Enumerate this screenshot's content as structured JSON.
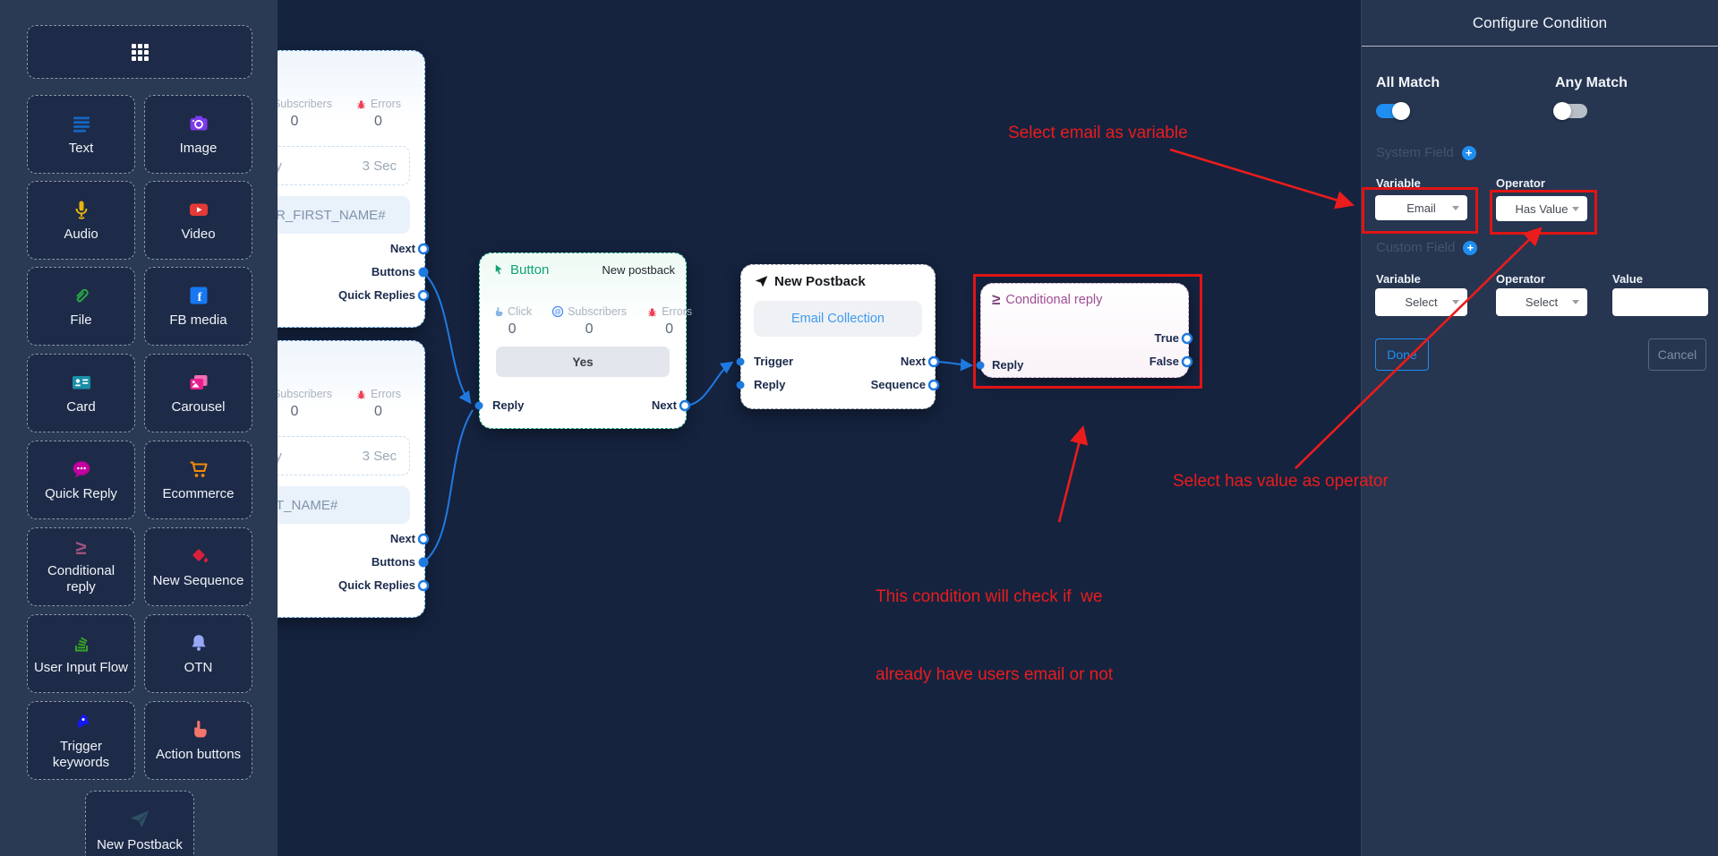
{
  "colors": {
    "canvas_bg": "#15233f",
    "sidebar_bg": "#2a3954",
    "panel_bg": "#263550",
    "card_bg": "#1d2b48",
    "accent_blue": "#1f7ae0",
    "toggle_on": "#1f8ef1",
    "annotation_red": "#ea1c1c",
    "highlight_red": "#e01414",
    "button_node_green": "#10a377",
    "conditional_purple": "#9c4d93"
  },
  "sidebar": {
    "apps_button": {
      "icon": "grid-icon"
    },
    "items": [
      {
        "label": "Text",
        "icon": "text-lines-icon",
        "color": "#1565c0"
      },
      {
        "label": "Image",
        "icon": "camera-icon",
        "color": "#7c3aed"
      },
      {
        "label": "Audio",
        "icon": "microphone-icon",
        "color": "#e8b50c"
      },
      {
        "label": "Video",
        "icon": "video-play-icon",
        "color": "#e53935"
      },
      {
        "label": "File",
        "icon": "paperclip-icon",
        "color": "#27a444"
      },
      {
        "label": "FB media",
        "icon": "facebook-icon",
        "color": "#1877f2"
      },
      {
        "label": "Card",
        "icon": "id-card-icon",
        "color": "#1a8fa8"
      },
      {
        "label": "Carousel",
        "icon": "images-icon",
        "color": "#e91e8c"
      },
      {
        "label": "Quick Reply",
        "icon": "chat-bubble-icon",
        "color": "#c2009e"
      },
      {
        "label": "Ecommerce",
        "icon": "shopping-cart-icon",
        "color": "#f08a0c"
      },
      {
        "label": "Conditional reply",
        "icon": "greater-equal-icon",
        "color": "#a0527f"
      },
      {
        "label": "New Sequence",
        "icon": "paint-bucket-icon",
        "color": "#d9203b"
      },
      {
        "label": "User Input Flow",
        "icon": "stack-icon",
        "color": "#35a523"
      },
      {
        "label": "OTN",
        "icon": "bell-icon",
        "color": "#97a7f7"
      },
      {
        "label": "Trigger keywords",
        "icon": "rocket-icon",
        "color": "#1418f0"
      },
      {
        "label": "Action buttons",
        "icon": "pointer-hand-icon",
        "color": "#f4756b"
      },
      {
        "label": "New Postback",
        "icon": "paper-plane-icon",
        "color": "#2f4f66"
      }
    ]
  },
  "canvas": {
    "message_node_1": {
      "subscribers_label": "Subscribers",
      "subscribers_count": "0",
      "errors_label": "Errors",
      "errors_count": "0",
      "delay_label": "ay",
      "delay_value": "3 Sec",
      "text": "ER_FIRST_NAME#",
      "out_next": "Next",
      "out_buttons": "Buttons",
      "out_quick_replies": "Quick Replies"
    },
    "message_node_2": {
      "subscribers_label": "Subscribers",
      "subscribers_count": "0",
      "errors_label": "Errors",
      "errors_count": "0",
      "delay_label": "ay",
      "delay_value": "3 Sec",
      "text": "ST_NAME#",
      "out_next": "Next",
      "out_buttons": "Buttons",
      "out_quick_replies": "Quick Replies"
    },
    "button_node": {
      "title": "Button",
      "badge": "New postback",
      "click_label": "Click",
      "click_count": "0",
      "subscribers_label": "Subscribers",
      "subscribers_count": "0",
      "errors_label": "Errors",
      "errors_count": "0",
      "option_label": "Yes",
      "input_reply": "Reply",
      "output_next": "Next"
    },
    "postback_node": {
      "title": "New Postback",
      "button_label": "Email Collection",
      "input_trigger": "Trigger",
      "input_reply": "Reply",
      "output_next": "Next",
      "output_sequence": "Sequence"
    },
    "conditional_node": {
      "title": "Conditional reply",
      "output_true": "True",
      "output_false": "False",
      "input_reply": "Reply"
    }
  },
  "annotations": {
    "select_email": "Select email as variable",
    "select_operator": "Select has value as operator",
    "condition_note_line1": "This condition will check if  we",
    "condition_note_line2": "already have users email or not"
  },
  "panel": {
    "title": "Configure Condition",
    "all_match_label": "All Match",
    "any_match_label": "Any Match",
    "system_field_label": "System Field",
    "custom_field_label": "Custom Field",
    "variable_label": "Variable",
    "operator_label": "Operator",
    "value_label": "Value",
    "system_variable_value": "Email",
    "system_operator_value": "Has Value",
    "custom_variable_value": "Select",
    "custom_operator_value": "Select",
    "value_placeholder": "",
    "done_label": "Done",
    "cancel_label": "Cancel"
  }
}
